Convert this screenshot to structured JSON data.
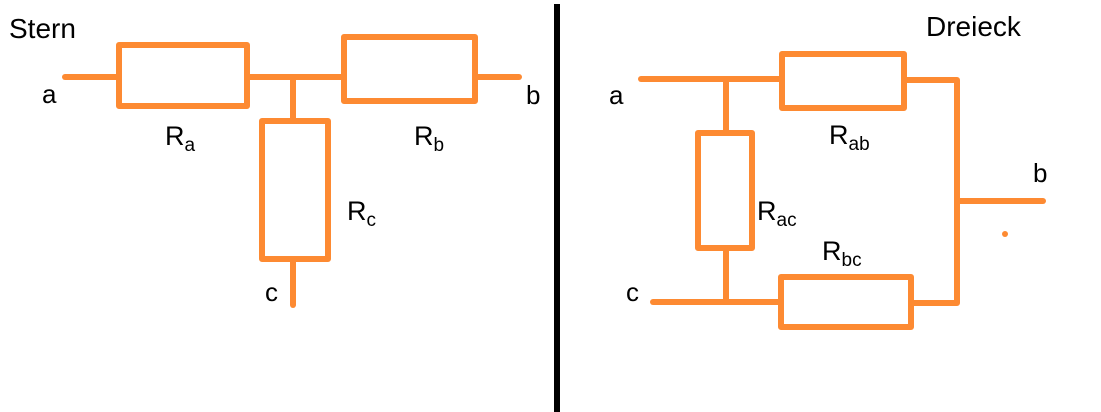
{
  "colors": {
    "wire": "#FD8A32",
    "divider": "#000000",
    "text": "#000000",
    "background": "#FFFFFF"
  },
  "star": {
    "title": "Stern",
    "nodes": {
      "a": "a",
      "b": "b",
      "c": "c"
    },
    "resistors": {
      "a": {
        "main": "R",
        "sub": "a"
      },
      "b": {
        "main": "R",
        "sub": "b"
      },
      "c": {
        "main": "R",
        "sub": "c"
      }
    }
  },
  "delta": {
    "title": "Dreieck",
    "nodes": {
      "a": "a",
      "b": "b",
      "c": "c"
    },
    "resistors": {
      "ab": {
        "main": "R",
        "sub": "ab"
      },
      "ac": {
        "main": "R",
        "sub": "ac"
      },
      "bc": {
        "main": "R",
        "sub": "bc"
      }
    }
  }
}
